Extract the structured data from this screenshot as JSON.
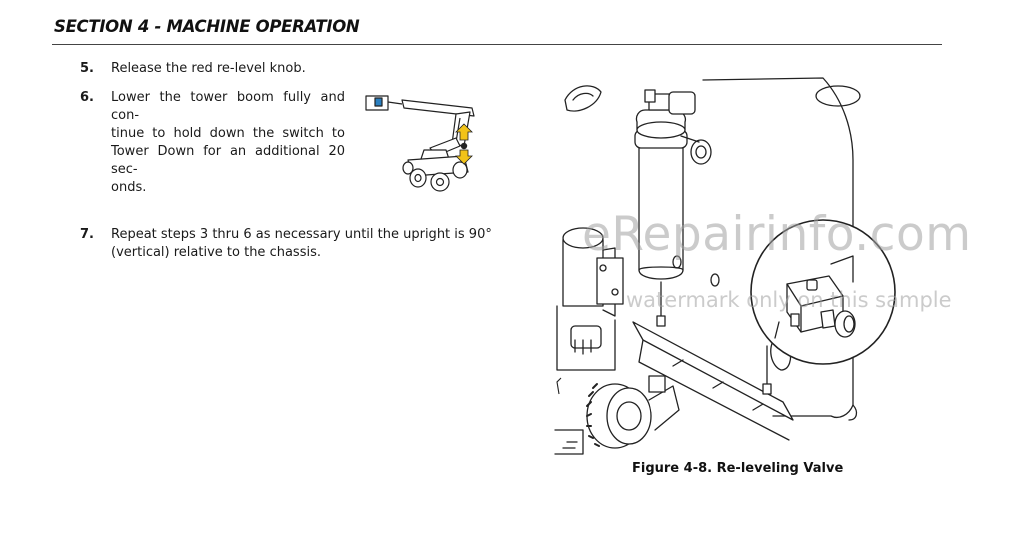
{
  "header": {
    "title": "SECTION 4 - MACHINE OPERATION"
  },
  "steps": [
    {
      "number": "5.",
      "lines": [
        "Release the red re-level knob."
      ]
    },
    {
      "number": "6.",
      "lines": [
        "Lower the tower boom fully and con-",
        "tinue to hold down the switch to",
        "Tower Down for an additional 20 sec-",
        "onds."
      ]
    },
    {
      "number": "7.",
      "lines": [
        "Repeat steps 3 thru 6 as necessary until the upright is 90°",
        "(vertical) relative to the chassis."
      ]
    }
  ],
  "figure": {
    "caption": "Figure 4-8. Re-leveling Valve"
  },
  "watermark": {
    "main": "eRepairinfo.com",
    "sub": "watermark only on this sample"
  },
  "colors": {
    "boom_blue": "#2a7fc0",
    "arrow_yellow": "#f2c318",
    "line": "#222222"
  }
}
